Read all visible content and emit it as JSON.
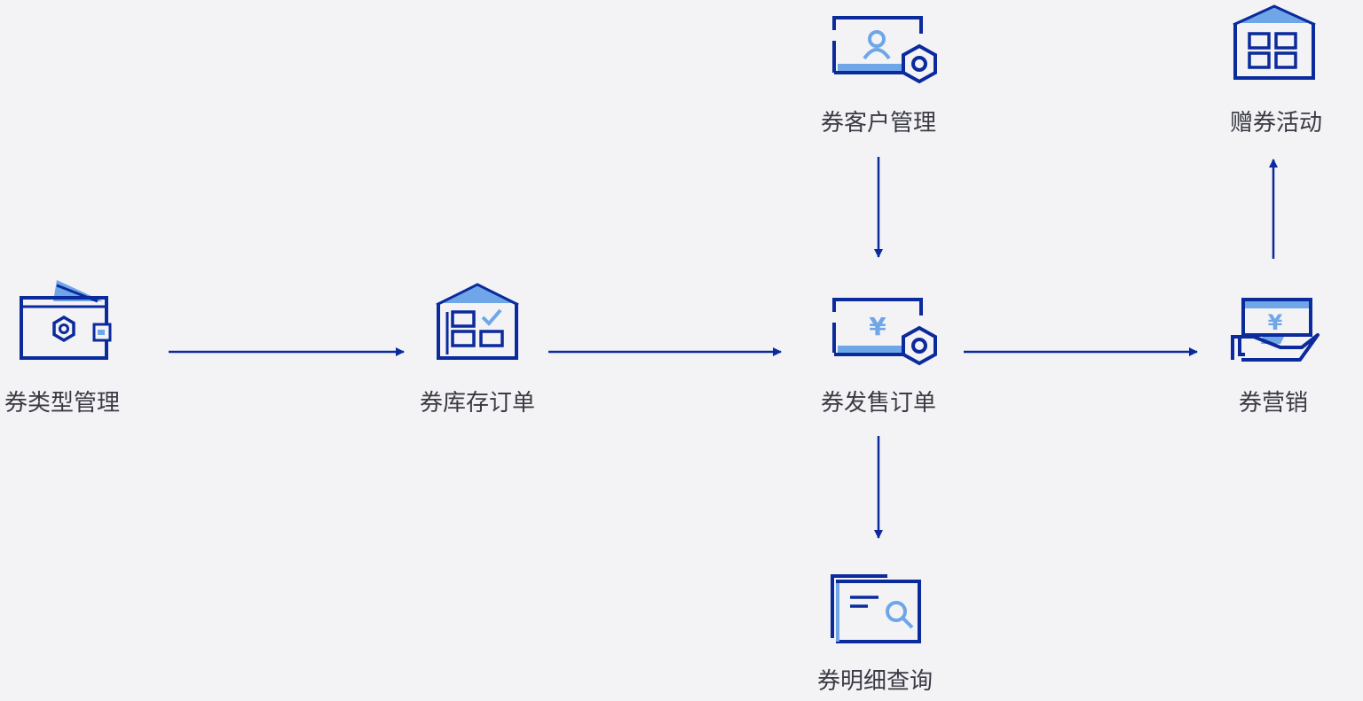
{
  "colors": {
    "primary": "#0b2a9c",
    "accent": "#6fa6e8",
    "background": "#f3f3f6",
    "text": "#3a3a44"
  },
  "nodes": {
    "coupon_type": {
      "label": "券类型管理",
      "icon": "wallet-gear-icon"
    },
    "coupon_inventory": {
      "label": "券库存订单",
      "icon": "warehouse-check-icon"
    },
    "coupon_sales": {
      "label": "券发售订单",
      "icon": "yen-ticket-gear-icon"
    },
    "coupon_customer": {
      "label": "券客户管理",
      "icon": "user-card-gear-icon"
    },
    "coupon_marketing": {
      "label": "券营销",
      "icon": "hand-yen-card-icon"
    },
    "gift_activity": {
      "label": "赠券活动",
      "icon": "store-grid-icon"
    },
    "coupon_detail": {
      "label": "券明细查询",
      "icon": "document-search-icon"
    }
  },
  "edges": [
    {
      "from": "coupon_type",
      "to": "coupon_inventory"
    },
    {
      "from": "coupon_inventory",
      "to": "coupon_sales"
    },
    {
      "from": "coupon_sales",
      "to": "coupon_marketing"
    },
    {
      "from": "coupon_customer",
      "to": "coupon_sales"
    },
    {
      "from": "coupon_sales",
      "to": "coupon_detail"
    },
    {
      "from": "coupon_marketing",
      "to": "gift_activity"
    }
  ]
}
